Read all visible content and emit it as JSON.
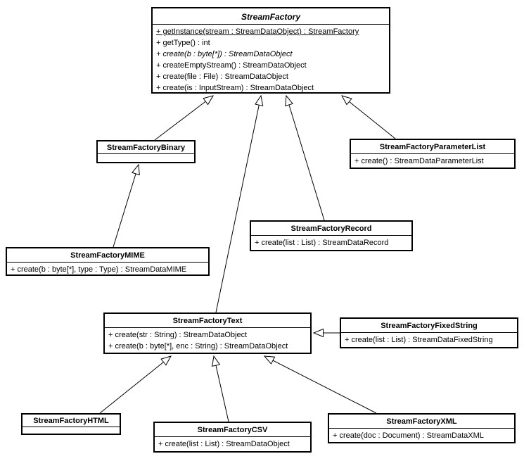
{
  "diagram": {
    "type": "uml-class-diagram",
    "colors": {
      "background": "#ffffff",
      "line": "#000000",
      "box_fill": "#ffffff",
      "text": "#000000"
    }
  },
  "classes": [
    {
      "name": "StreamFactory",
      "abstract": true,
      "methods": [
        {
          "text": "+ getInstance(stream : StreamDataObject) : StreamFactory",
          "static": true
        },
        {
          "text": "+ getType() : int"
        },
        {
          "text": "+ create(b : byte[*]) : StreamDataObject",
          "abstract": true
        },
        {
          "text": "+ createEmptyStream() : StreamDataObject"
        },
        {
          "text": "+ create(file : File) : StreamDataObject"
        },
        {
          "text": "+ create(is : InputStream) : StreamDataObject"
        }
      ]
    },
    {
      "name": "StreamFactoryBinary",
      "methods": []
    },
    {
      "name": "StreamFactoryParameterList",
      "methods": [
        {
          "text": "+ create() : StreamDataParameterList"
        }
      ]
    },
    {
      "name": "StreamFactoryRecord",
      "methods": [
        {
          "text": "+ create(list : List) : StreamDataRecord"
        }
      ]
    },
    {
      "name": "StreamFactoryMIME",
      "methods": [
        {
          "text": "+ create(b : byte[*], type : Type) : StreamDataMIME"
        }
      ]
    },
    {
      "name": "StreamFactoryText",
      "methods": [
        {
          "text": "+ create(str : String) : StreamDataObject"
        },
        {
          "text": "+ create(b : byte[*], enc : String) : StreamDataObject"
        }
      ]
    },
    {
      "name": "StreamFactoryFixedString",
      "methods": [
        {
          "text": "+ create(list : List) : StreamDataFixedString"
        }
      ]
    },
    {
      "name": "StreamFactoryHTML",
      "methods": []
    },
    {
      "name": "StreamFactoryCSV",
      "methods": [
        {
          "text": "+ create(list : List) : StreamDataObject"
        }
      ]
    },
    {
      "name": "StreamFactoryXML",
      "methods": [
        {
          "text": "+ create(doc : Document) : StreamDataXML"
        }
      ]
    }
  ],
  "relations": [
    {
      "from": "StreamFactoryBinary",
      "to": "StreamFactory",
      "type": "generalization"
    },
    {
      "from": "StreamFactoryMIME",
      "to": "StreamFactoryBinary",
      "type": "generalization"
    },
    {
      "from": "StreamFactoryText",
      "to": "StreamFactory",
      "type": "generalization"
    },
    {
      "from": "StreamFactoryRecord",
      "to": "StreamFactory",
      "type": "generalization"
    },
    {
      "from": "StreamFactoryParameterList",
      "to": "StreamFactory",
      "type": "generalization"
    },
    {
      "from": "StreamFactoryFixedString",
      "to": "StreamFactoryText",
      "type": "generalization"
    },
    {
      "from": "StreamFactoryHTML",
      "to": "StreamFactoryText",
      "type": "generalization"
    },
    {
      "from": "StreamFactoryCSV",
      "to": "StreamFactoryText",
      "type": "generalization"
    },
    {
      "from": "StreamFactoryXML",
      "to": "StreamFactoryText",
      "type": "generalization"
    }
  ]
}
